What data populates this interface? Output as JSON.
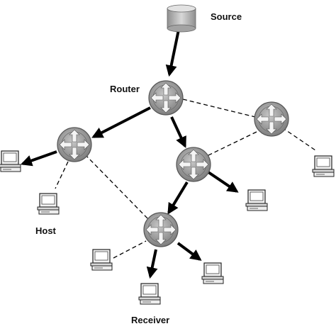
{
  "labels": {
    "source": "Source",
    "router": "Router",
    "host": "Host",
    "receiver": "Receiver"
  },
  "colors": {
    "router_body": "#9a9a9a",
    "database_body": "#bdbdbd",
    "link_solid": "#000000",
    "link_dashed": "#000000"
  },
  "icons": {
    "source": "database-icon",
    "router": "router-icon",
    "computer": "computer-icon"
  }
}
